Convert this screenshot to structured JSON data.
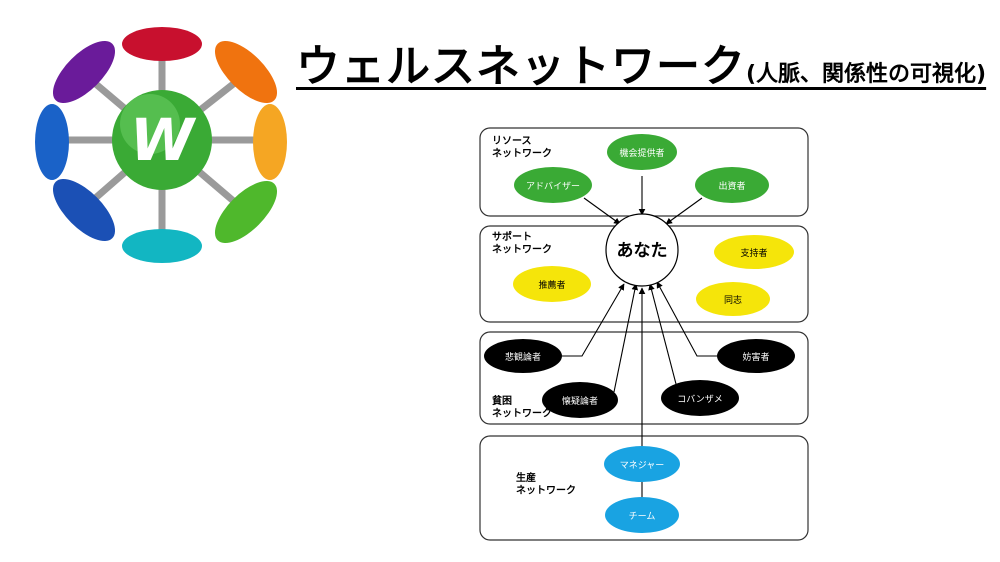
{
  "title": {
    "main": "ウェルスネットワーク",
    "sub": "(人脈、関係性の可視化)"
  },
  "logo": {
    "mark": "W",
    "colors": {
      "center": "#3aaa35",
      "top": "#c8102e",
      "top_right": "#f0730f",
      "right": "#f5a623",
      "bottom_right": "#4fb82c",
      "bottom": "#12b6c2",
      "bottom_left": "#1b50b5",
      "left": "#1a62c8",
      "top_left": "#6a1b9a"
    }
  },
  "diagram": {
    "sections": {
      "resource": "リソース\nネットワーク",
      "support": "サポート\nネットワーク",
      "poverty": "貧困\nネットワーク",
      "production": "生産\nネットワーク"
    },
    "center": "あなた",
    "nodes": {
      "opportunity": "機会提供者",
      "advisor": "アドバイザー",
      "investor": "出資者",
      "supporter": "支持者",
      "recommender": "推薦者",
      "comrade": "同志",
      "pessimist": "悲観論者",
      "obstructer": "妨害者",
      "skeptic": "懐疑論者",
      "cobanzame": "コバンザメ",
      "manager": "マネジャー",
      "team": "チーム"
    },
    "colors": {
      "resource": "#3aaa35",
      "support": "#f5e50a",
      "poverty": "#000000",
      "production": "#19a3e2"
    }
  }
}
